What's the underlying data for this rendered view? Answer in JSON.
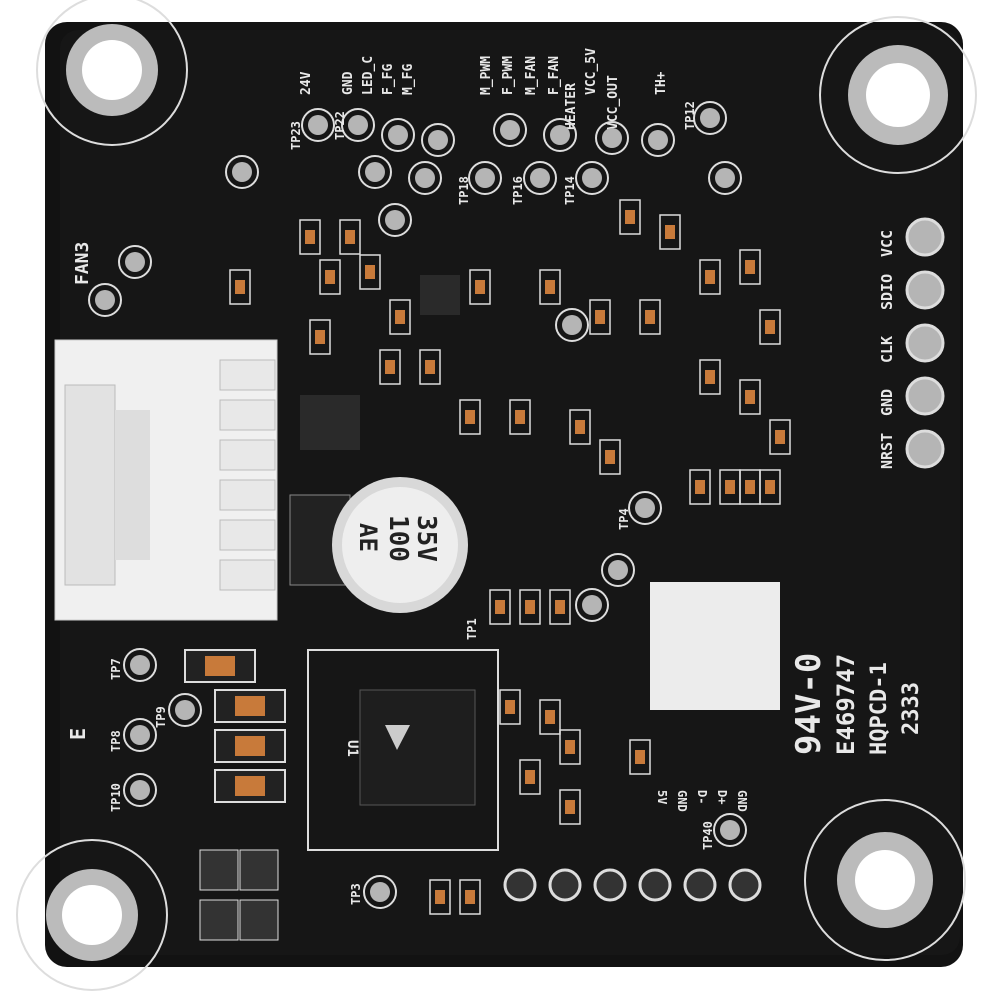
{
  "board": {
    "colors": {
      "pcb": "#121212",
      "silk": "#e8e8e8",
      "pad": "#b5b5b5",
      "connector": "#f2f2f2",
      "copper": "#c87a3a"
    },
    "top_labels": [
      "24V",
      "GND",
      "LED_C",
      "F_FG",
      "M_FG",
      "M_PWM",
      "F_PWM",
      "M_FAN",
      "F_FAN",
      "HEATER",
      "VCC_5V",
      "VCC_OUT",
      "TH+"
    ],
    "right_labels": [
      "VCC",
      "SDIO",
      "CLK",
      "GND",
      "NRST"
    ],
    "fan_label": "FAN3",
    "capacitor": {
      "voltage": "35V",
      "value": "100",
      "brand": "AE"
    },
    "cert": {
      "rating": "94V-0",
      "ul_file": "E469747",
      "board_id": "HQPCD-1",
      "date_code": "2333"
    },
    "test_points": [
      "TP23",
      "TP22",
      "TP12",
      "TP18",
      "TP16",
      "TP14",
      "TP7",
      "TP8",
      "TP9",
      "TP10",
      "TP3",
      "TP40",
      "TP4",
      "TP1"
    ],
    "bottom_labels": [
      "5V",
      "GND",
      "D-",
      "D+",
      "GND"
    ],
    "marker": "E",
    "ic_label": "U1"
  }
}
